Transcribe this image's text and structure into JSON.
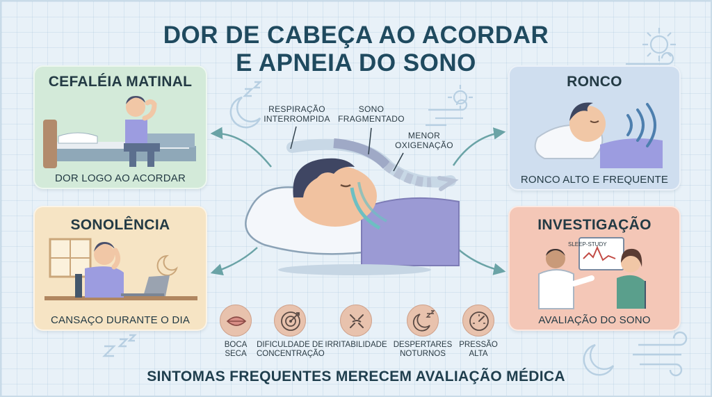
{
  "title": {
    "line1": "DOR DE CABEÇA AO ACORDAR",
    "line2": "E APNEIA DO SONO"
  },
  "cards": {
    "cefaleia": {
      "title": "CEFALÉIA MATINAL",
      "caption": "DOR LOGO AO ACORDAR"
    },
    "sonolencia": {
      "title": "SONOLÊNCIA",
      "caption": "CANSAÇO DURANTE O DIA"
    },
    "ronco": {
      "title": "RONCO",
      "caption": "RONCO ALTO E FREQUENTE"
    },
    "investigacao": {
      "title": "INVESTIGAÇÃO",
      "caption": "AVALIAÇÃO DO SONO",
      "monitor_label": "SLEEP-STUDY"
    }
  },
  "center_labels": {
    "respiracao": [
      "RESPIRAÇÃO",
      "INTERROMPIDA"
    ],
    "sono": [
      "SONO",
      "FRAGMENTADO"
    ],
    "oxigenacao": [
      "MENOR",
      "OXIGENAÇÃO"
    ]
  },
  "symptoms": [
    {
      "icon": "mouth-icon",
      "label": [
        "BOCA",
        "SECA"
      ]
    },
    {
      "icon": "target-icon",
      "label": [
        "DIFICULDADE DE",
        "CONCENTRAÇÃO"
      ]
    },
    {
      "icon": "irritability-icon",
      "label": [
        "IRRITABILIDADE"
      ]
    },
    {
      "icon": "moon-zz-icon",
      "label": [
        "DESPERTARES",
        "NOTURNOS"
      ]
    },
    {
      "icon": "gauge-icon",
      "label": [
        "PRESSÃO",
        "ALTA"
      ]
    }
  ],
  "footer": "SINTOMAS FREQUENTES MERECEM AVALIAÇÃO MÉDICA",
  "colors": {
    "title": "#1f4a5f",
    "card_cefaleia": "#d3ead9",
    "card_sonolencia": "#f6e4c4",
    "card_ronco": "#cfdeef",
    "card_investigacao": "#f4c7b7",
    "arrow": "#6aa3a6",
    "symptom_circle": "#e8c2ad"
  }
}
